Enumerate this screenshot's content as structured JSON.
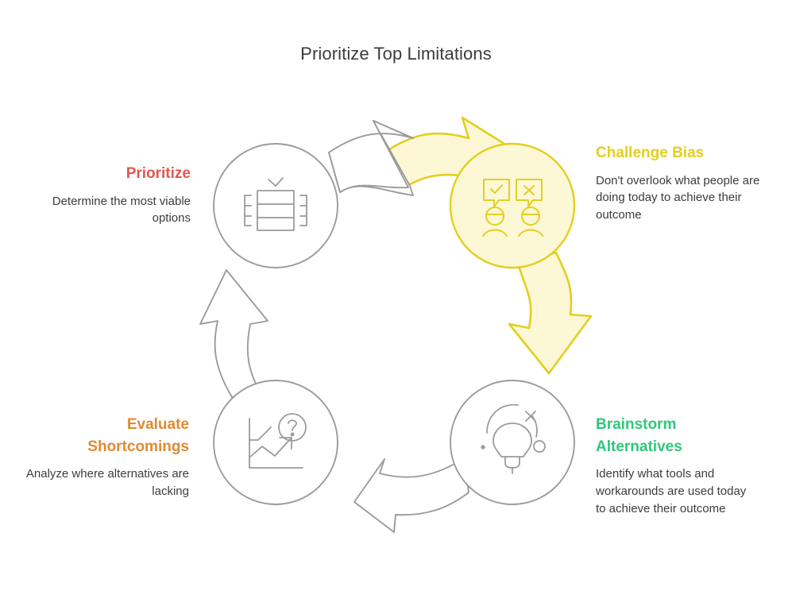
{
  "page": {
    "title": "Prioritize Top Limitations",
    "background_color": "#ffffff"
  },
  "colors": {
    "accent_red": "#e0574f",
    "accent_orange": "#e08a33",
    "accent_yellow": "#e3cf1e",
    "accent_green": "#2ec87a",
    "neutral_gray": "#9b9b9b",
    "body_text": "#3c3c3c",
    "highlight_fill": "#fcf8d6"
  },
  "diagram": {
    "type": "circular-process-cycle",
    "direction": "clockwise",
    "step_count": 4,
    "highlighted_step": "challenge-bias",
    "steps": [
      {
        "id": "prioritize",
        "position": "top-left",
        "heading": "Prioritize",
        "body": "Determine the most viable options",
        "heading_color": "#e0574f",
        "icon": "prioritization-table-icon",
        "node_color": "#9b9b9b",
        "highlighted": false
      },
      {
        "id": "challenge-bias",
        "position": "top-right",
        "heading": "Challenge Bias",
        "body": "Don't overlook what people are doing today to achieve their outcome",
        "heading_color": "#e3cf1e",
        "icon": "two-people-opinions-icon",
        "node_color": "#e3cf1e",
        "highlighted": true
      },
      {
        "id": "brainstorm-alternatives",
        "position": "bottom-right",
        "heading": "Brainstorm Alternatives",
        "body": "Identify what tools and workarounds are used today to achieve their outcome",
        "heading_color": "#2ec87a",
        "icon": "lightbulb-idea-icon",
        "node_color": "#9b9b9b",
        "highlighted": false
      },
      {
        "id": "evaluate-shortcomings",
        "position": "bottom-left",
        "heading": "Evaluate Shortcomings",
        "body": "Analyze where alternatives are lacking",
        "heading_color": "#e08a33",
        "icon": "chart-question-icon",
        "node_color": "#9b9b9b",
        "highlighted": false
      }
    ],
    "arrows": [
      {
        "id": "arrow-prioritize-to-challenge",
        "from": "prioritize",
        "to": "challenge-bias",
        "direction": "right",
        "style": "outline-gray"
      },
      {
        "id": "arrow-challenge-to-brainstorm",
        "from": "challenge-bias",
        "to": "brainstorm-alternatives",
        "direction": "down",
        "style": "filled-yellow"
      },
      {
        "id": "arrow-brainstorm-to-evaluate",
        "from": "brainstorm-alternatives",
        "to": "evaluate-shortcomings",
        "direction": "left",
        "style": "outline-gray"
      },
      {
        "id": "arrow-evaluate-to-prioritize",
        "from": "evaluate-shortcomings",
        "to": "prioritize",
        "direction": "up",
        "style": "outline-gray"
      }
    ]
  }
}
